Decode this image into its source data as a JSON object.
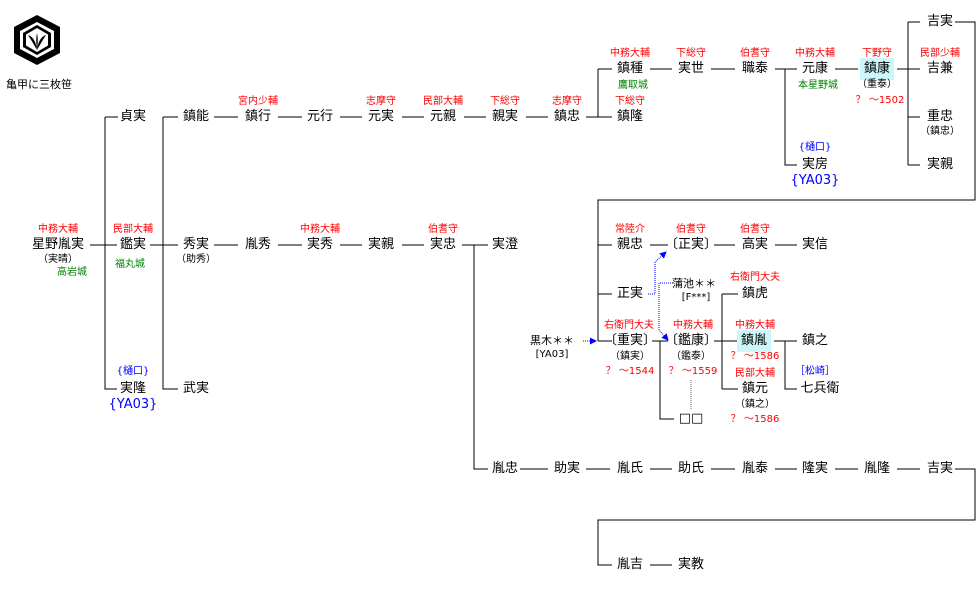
{
  "crest": {
    "label": "亀甲に三枚笹"
  },
  "people": {
    "tanezane": {
      "name": "星野胤実",
      "title": "中務大輔",
      "alias": "（実晴）",
      "castle": "高岩城"
    },
    "akizane": {
      "name": "鑑実",
      "title": "民部大輔",
      "castle": "福丸城"
    },
    "sadazane": {
      "name": "貞実"
    },
    "sanetaka1": {
      "name": "実隆",
      "house": "{樋口}",
      "code": "{YA03}"
    },
    "shigeyoshi": {
      "name": "鎮能"
    },
    "shigeyuki": {
      "name": "鎮行",
      "title": "宮内少輔"
    },
    "motoyuki": {
      "name": "元行"
    },
    "motozane": {
      "name": "元実",
      "title": "志摩守"
    },
    "motochika": {
      "name": "元親",
      "title": "民部大輔"
    },
    "chikazane": {
      "name": "親実",
      "title": "下総守"
    },
    "shigetada": {
      "name": "鎮忠",
      "title": "志摩守"
    },
    "shigetane": {
      "name": "鎮種",
      "title": "中務大輔",
      "castle": "鷹取城"
    },
    "shigetaka": {
      "name": "鎮隆",
      "title": "下総守"
    },
    "saneyo": {
      "name": "実世",
      "title": "下総守"
    },
    "motoyasu_sh": {
      "name": "職泰",
      "title": "伯耆守"
    },
    "motoyasu": {
      "name": "元康",
      "title": "中務大輔",
      "castle": "本星野城"
    },
    "sanefusa": {
      "name": "実房",
      "house": "{樋口}",
      "code": "{YA03}"
    },
    "shigeyasu": {
      "name": "鎮康",
      "title": "下野守",
      "alias": "（重泰）",
      "dates": "？ ～1502"
    },
    "yoshizane_top": {
      "name": "吉実"
    },
    "yoshikane": {
      "name": "吉兼",
      "title": "民部少輔"
    },
    "shigetada2": {
      "name": "重忠",
      "alias": "（鎮忠）"
    },
    "sanechika_top": {
      "name": "実親"
    },
    "hidezane": {
      "name": "秀実",
      "alias": "（助秀）"
    },
    "takezane": {
      "name": "武実"
    },
    "tanehide": {
      "name": "胤秀"
    },
    "sanehide": {
      "name": "実秀",
      "title": "中務大輔"
    },
    "sanechika": {
      "name": "実親"
    },
    "sanetada": {
      "name": "実忠",
      "title": "伯耆守"
    },
    "sanezumi": {
      "name": "実澄"
    },
    "chikatada": {
      "name": "親忠",
      "title": "常陸介"
    },
    "masazane_b": {
      "name": "〔正実〕",
      "title": "伯耆守"
    },
    "takazane": {
      "name": "高実",
      "title": "伯耆守"
    },
    "sanenobu": {
      "name": "実信"
    },
    "masazane": {
      "name": "正実"
    },
    "kamachi": {
      "name": "蒲池＊＊",
      "code": "[F***]"
    },
    "kuroki": {
      "name": "黒木＊＊",
      "code": "[YA03]"
    },
    "shigezane": {
      "name": "〔重実〕",
      "title": "右衛門大夫",
      "alias": "（鎮実）",
      "dates": "？ ～1544"
    },
    "akiyasu": {
      "name": "〔鑑康〕",
      "title": "中務大輔",
      "alias": "（鑑泰）",
      "dates": "？ ～1559"
    },
    "unknown": {
      "name": "□□"
    },
    "shigetora": {
      "name": "鎮虎",
      "title": "右衛門大夫"
    },
    "shigetane2": {
      "name": "鎮胤",
      "title": "中務大輔",
      "dates": "？ ～1586"
    },
    "shigemoto": {
      "name": "鎮元",
      "title": "民部大輔",
      "alias": "（鎮之）",
      "dates": "？ ～1586"
    },
    "shigeyuki2": {
      "name": "鎮之"
    },
    "shichibee": {
      "name": "七兵衛",
      "house": "［松崎］"
    },
    "tanetada": {
      "name": "胤忠"
    },
    "sukezane": {
      "name": "助実"
    },
    "taneuji": {
      "name": "胤氏"
    },
    "sukeuji": {
      "name": "助氏"
    },
    "taneyasu": {
      "name": "胤泰"
    },
    "takazane2": {
      "name": "隆実"
    },
    "tanetaka": {
      "name": "胤隆"
    },
    "yoshizane": {
      "name": "吉実"
    },
    "taneyoshi": {
      "name": "胤吉"
    },
    "sanenori": {
      "name": "実教"
    }
  },
  "colors": {
    "title": "#ff0000",
    "castle": "#008000",
    "house": "#0000ff",
    "highlight": "#ccf6fa"
  }
}
